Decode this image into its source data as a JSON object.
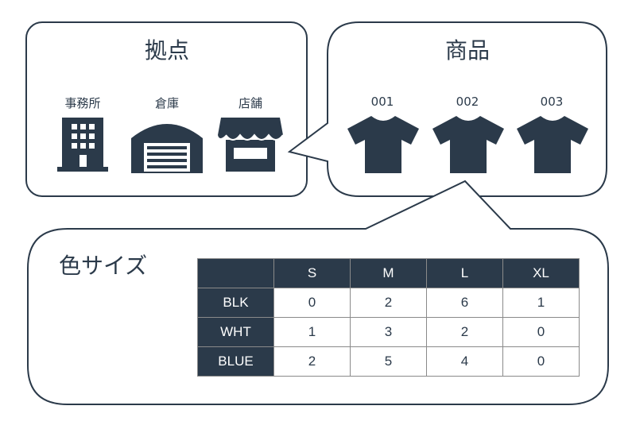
{
  "locations": {
    "title": "拠点",
    "items": [
      {
        "label": "事務所",
        "icon": "office-building-icon"
      },
      {
        "label": "倉庫",
        "icon": "warehouse-icon"
      },
      {
        "label": "店舗",
        "icon": "store-icon"
      }
    ]
  },
  "products": {
    "title": "商品",
    "items": [
      {
        "label": "001",
        "icon": "tshirt-icon"
      },
      {
        "label": "002",
        "icon": "tshirt-icon"
      },
      {
        "label": "003",
        "icon": "tshirt-icon"
      }
    ]
  },
  "variants": {
    "title": "色サイズ",
    "table": {
      "corner": "",
      "columns": [
        "S",
        "M",
        "L",
        "XL"
      ],
      "rows": [
        {
          "label": "BLK",
          "values": [
            "0",
            "2",
            "6",
            "1"
          ]
        },
        {
          "label": "WHT",
          "values": [
            "1",
            "3",
            "2",
            "0"
          ]
        },
        {
          "label": "BLUE",
          "values": [
            "2",
            "5",
            "4",
            "0"
          ]
        }
      ]
    }
  },
  "colors": {
    "ink": "#2b3a4a",
    "border": "#2b3a4a",
    "grid": "#8a8a8a",
    "background": "#ffffff"
  }
}
